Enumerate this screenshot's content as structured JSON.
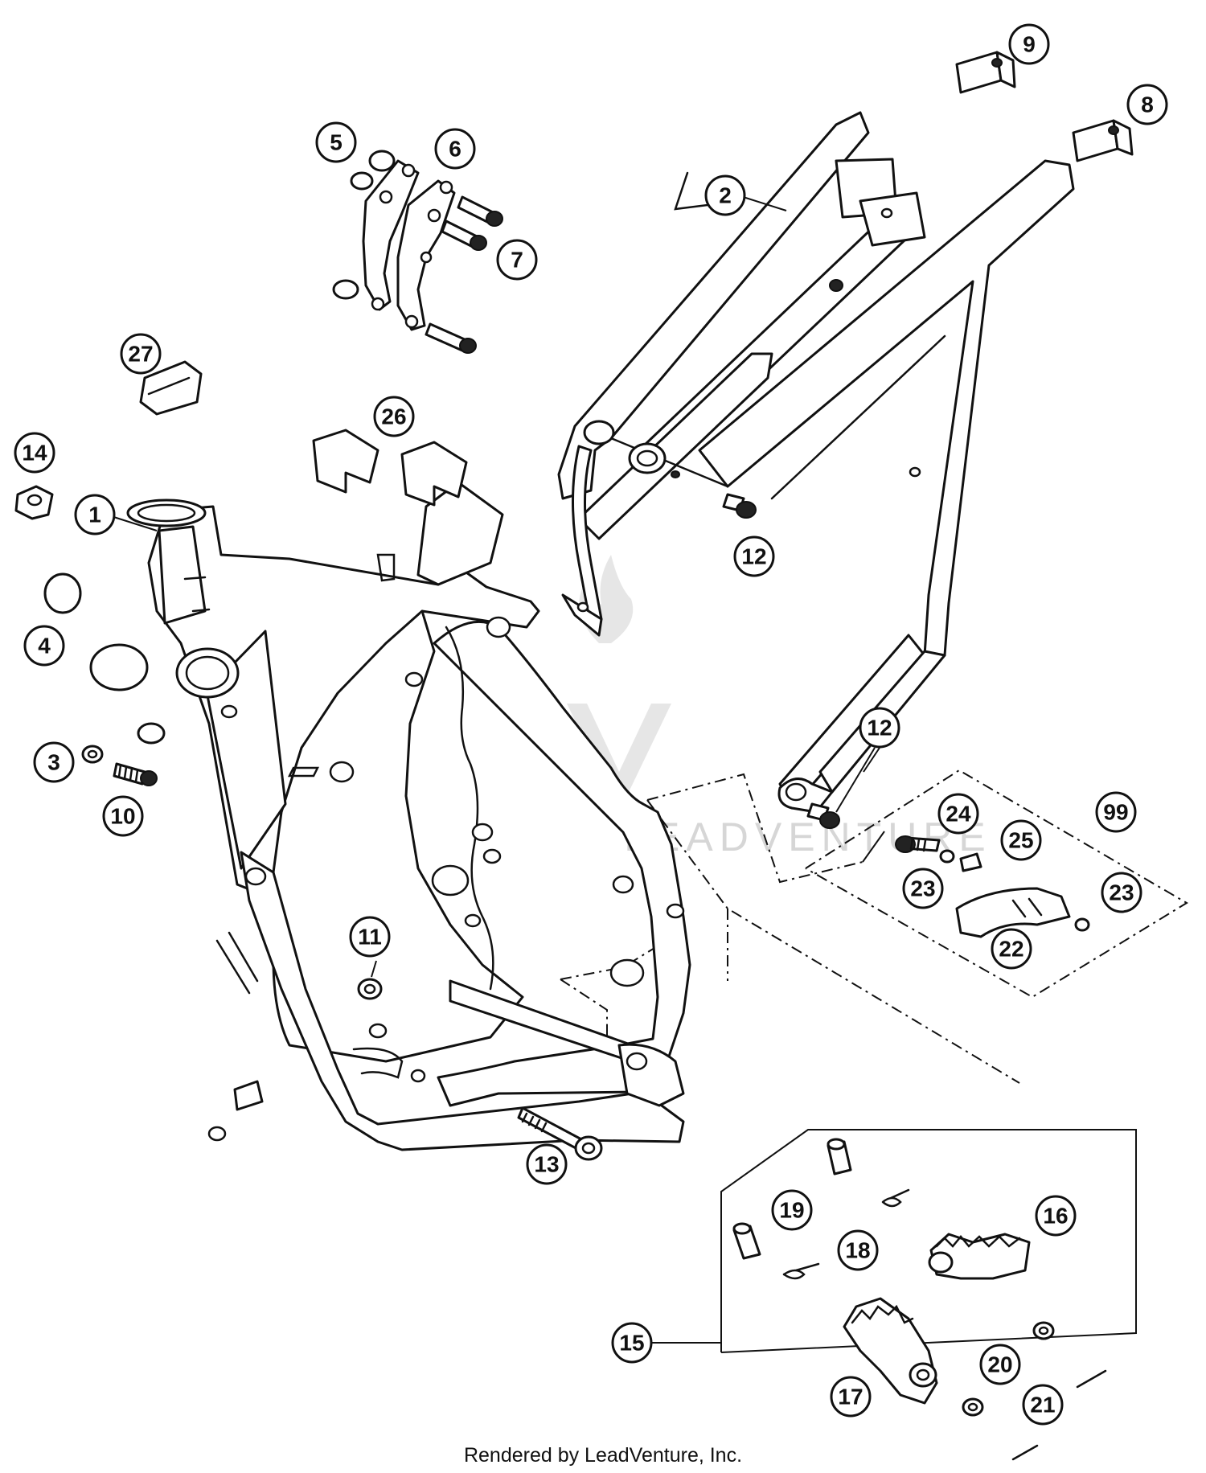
{
  "diagram": {
    "callouts": [
      {
        "label": "1"
      },
      {
        "label": "2"
      },
      {
        "label": "3"
      },
      {
        "label": "4"
      },
      {
        "label": "5"
      },
      {
        "label": "6"
      },
      {
        "label": "7"
      },
      {
        "label": "8"
      },
      {
        "label": "9"
      },
      {
        "label": "10"
      },
      {
        "label": "11"
      },
      {
        "label": "12"
      },
      {
        "label": "12"
      },
      {
        "label": "13"
      },
      {
        "label": "14"
      },
      {
        "label": "15"
      },
      {
        "label": "16"
      },
      {
        "label": "17"
      },
      {
        "label": "18"
      },
      {
        "label": "19"
      },
      {
        "label": "20"
      },
      {
        "label": "21"
      },
      {
        "label": "22"
      },
      {
        "label": "23"
      },
      {
        "label": "23"
      },
      {
        "label": "24"
      },
      {
        "label": "25"
      },
      {
        "label": "26"
      },
      {
        "label": "27"
      },
      {
        "label": "99"
      }
    ]
  },
  "watermark": {
    "text": "LEADVENTURE"
  },
  "footer": {
    "credit": "Rendered by LeadVenture, Inc."
  }
}
